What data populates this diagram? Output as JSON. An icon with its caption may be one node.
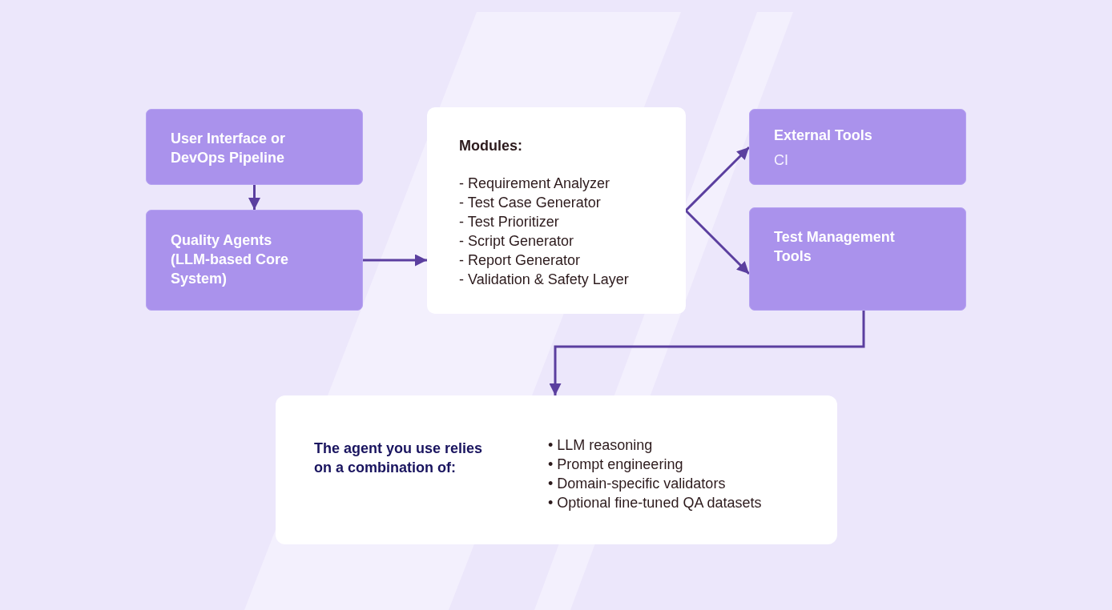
{
  "diagram": {
    "nodes": [
      {
        "text": [
          "User Interface or DevOps Pipeline"
        ]
      },
      {
        "text": [
          "Quality Agents (LLM-based Core System)"
        ]
      },
      {
        "text": [
          "Modules:",
          "- Requirement Analyzer",
          "- Test Case Generator",
          "- Test Prioritizer",
          "- Script Generator",
          "- Report Generator",
          "- Validation & Safety Layer"
        ]
      },
      {
        "text": [
          "External Tools",
          "CI"
        ]
      },
      {
        "text": [
          "Test Management Tools"
        ]
      },
      {
        "text": [
          "The agent you use relies on a combination of:",
          "• LLM reasoning",
          "• Prompt engineering",
          "• Domain-specific validators",
          "• Optional fine-tuned QA datasets"
        ]
      }
    ],
    "edges": [
      {
        "from": 0,
        "to": 1,
        "arrow": "to"
      },
      {
        "from": 1,
        "to": 2,
        "arrow": "to"
      },
      {
        "from": 2,
        "to": 3,
        "arrow": "to"
      },
      {
        "from": 2,
        "to": 4,
        "arrow": "to"
      },
      {
        "from": 4,
        "to": 5,
        "arrow": "to"
      }
    ]
  }
}
